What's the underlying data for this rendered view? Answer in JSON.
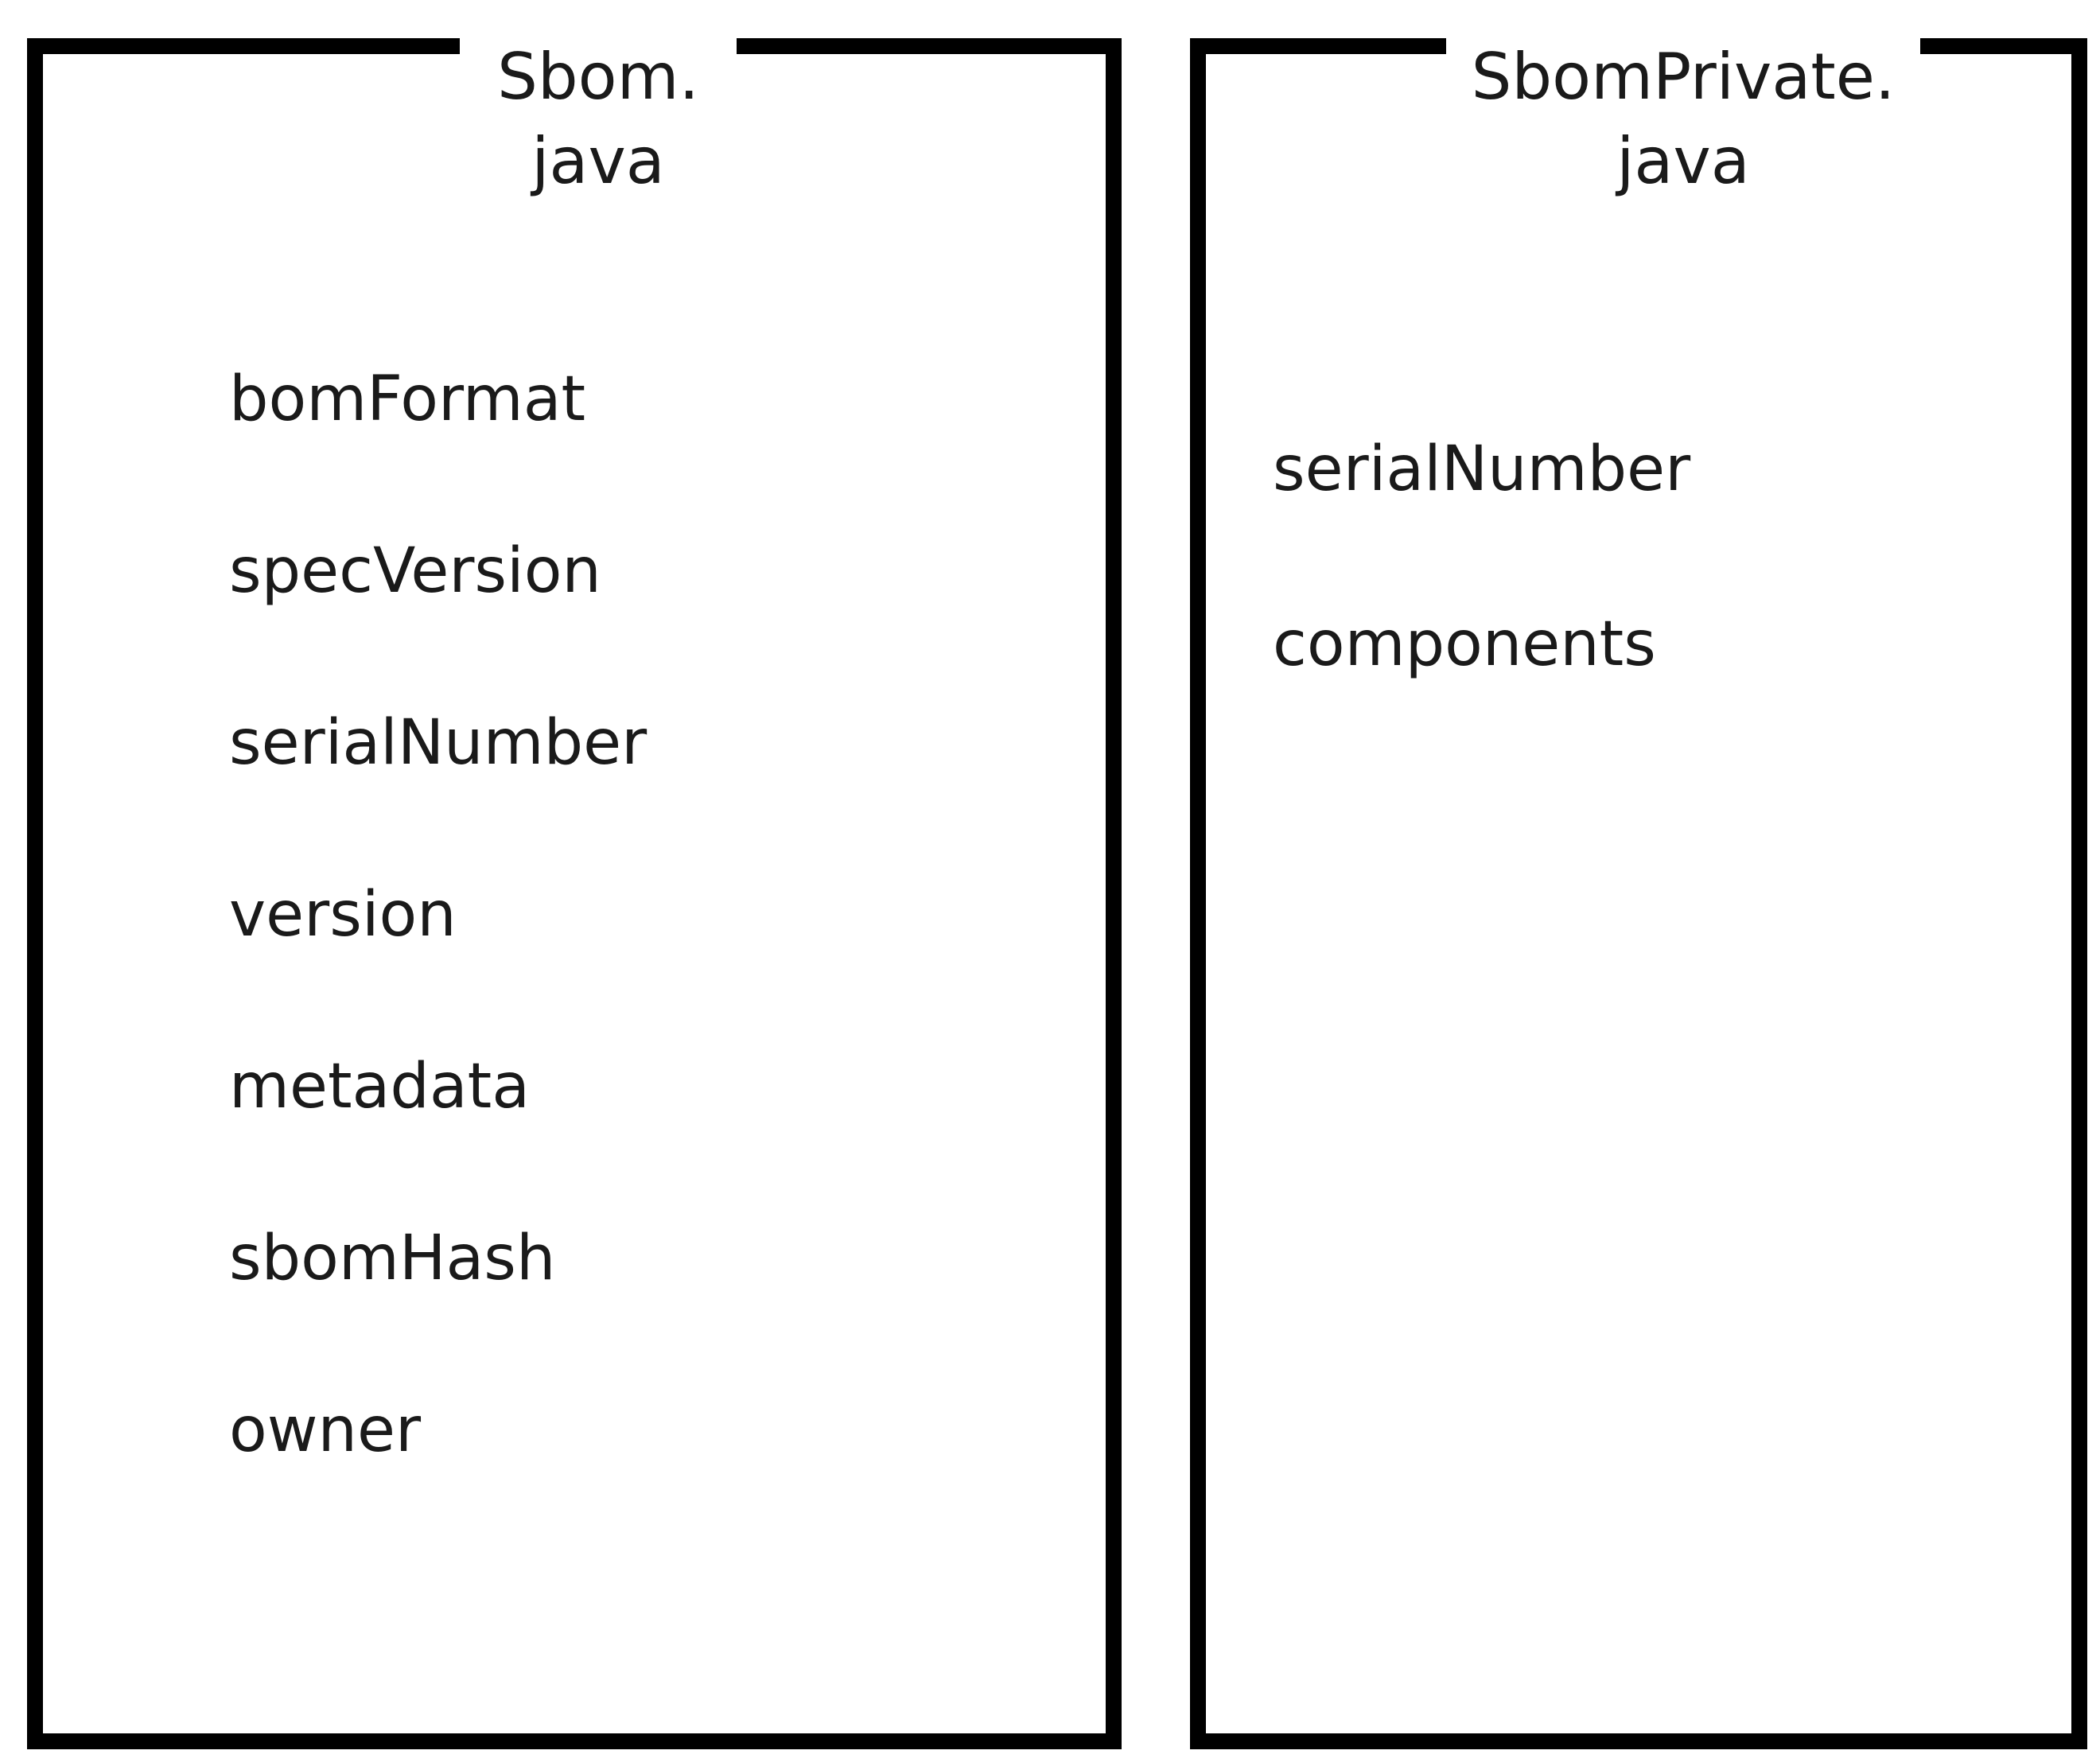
{
  "classes": [
    {
      "title_line1": "Sbom.",
      "title_line2": "java",
      "fields": [
        "bomFormat",
        "specVersion",
        "serialNumber",
        "version",
        "metadata",
        "sbomHash",
        "owner"
      ]
    },
    {
      "title_line1": "SbomPrivate.",
      "title_line2": "java",
      "fields": [
        "serialNumber",
        "components"
      ]
    }
  ],
  "colors": {
    "border": "#000000",
    "text": "#1a1a1a",
    "background": "#ffffff"
  }
}
